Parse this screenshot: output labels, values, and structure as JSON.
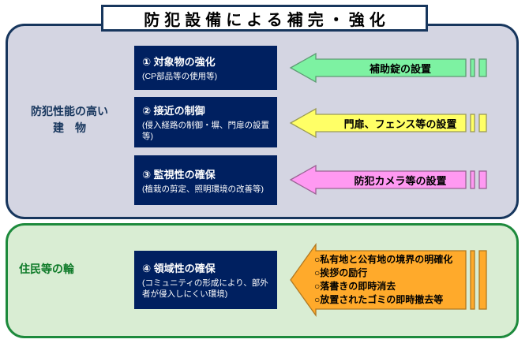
{
  "title": "防犯設備による補完・強化",
  "palette": {
    "navy_border": "#17365d",
    "navy_box": "#002060",
    "top_section_bg": "#d4d5e2",
    "bottom_section_bg": "#d9edd3",
    "green_border": "#1d8a3c",
    "bottom_label_color": "#0e7a28"
  },
  "top_section": {
    "side_label": {
      "line1": "防犯性能の高い",
      "line2": "建　物"
    },
    "boxes": [
      {
        "title": "① 対象物の強化",
        "subtitle": "(CP部品等の使用等)"
      },
      {
        "title": "② 接近の制御",
        "subtitle": "(侵入経路の制御・塀、門扉の設置等)"
      },
      {
        "title": "③ 監視性の確保",
        "subtitle": "(植栽の剪定、照明環境の改善等)"
      }
    ],
    "arrows": [
      {
        "label": "補助錠の設置",
        "fill": "#7df2a2",
        "stroke": "#5f9a74"
      },
      {
        "label": "門扉、フェンス等の設置",
        "fill": "#ffff66",
        "stroke": "#9a9a55"
      },
      {
        "label": "防犯カメラ等の設置",
        "fill": "#ff99f2",
        "stroke": "#9a6394"
      }
    ]
  },
  "bottom_section": {
    "side_label": "住民等の輪",
    "box": {
      "title": "④ 領域性の確保",
      "subtitle": "(コミュニティの形成により、部外者が侵入しにくい環境)"
    },
    "arrow": {
      "fill": "#ffaa2b",
      "stroke": "#b07820",
      "lines": [
        "○私有地と公有地の境界の明確化",
        "○挨拶の励行",
        "○落書きの即時消去",
        "○放置されたゴミの即時撤去等"
      ]
    }
  }
}
